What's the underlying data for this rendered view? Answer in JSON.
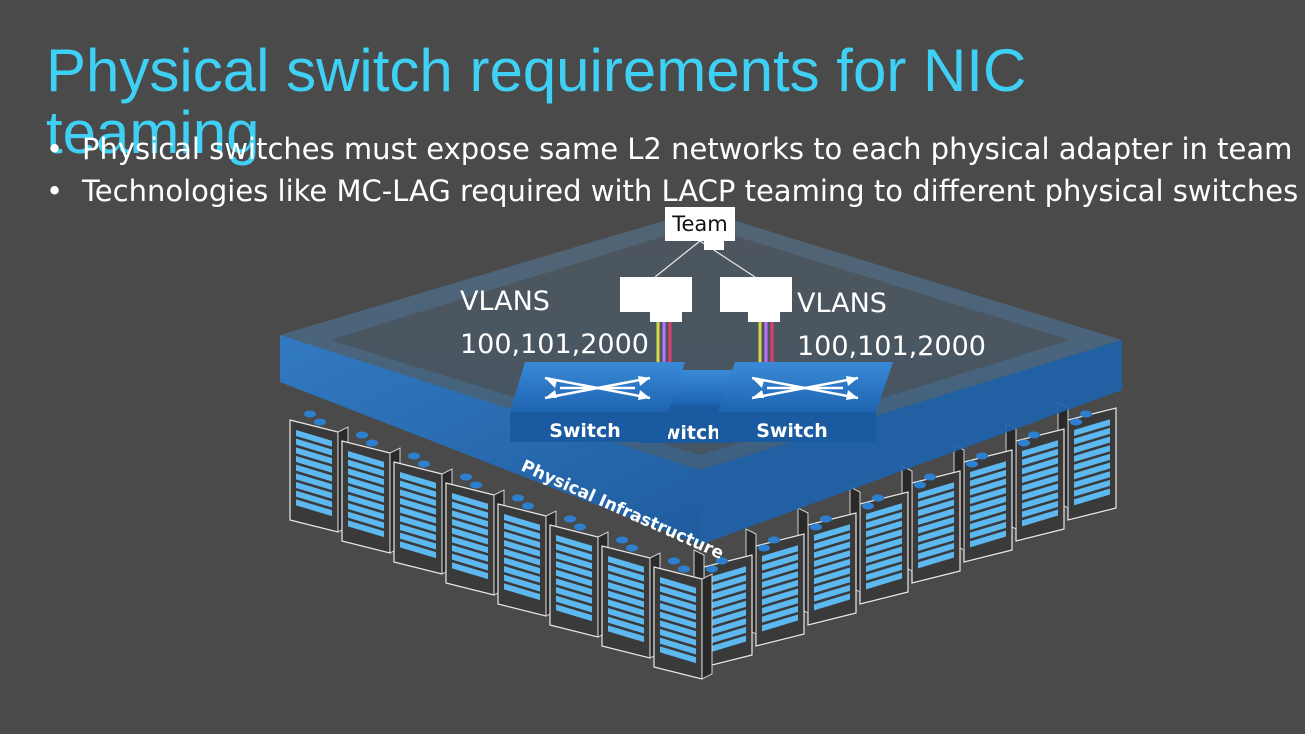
{
  "slide": {
    "title": "Physical switch requirements for NIC teaming",
    "bullets": [
      "Physical switches must expose same L2 networks to each physical adapter in team",
      "Technologies like MC-LAG required with LACP teaming to different physical switches"
    ]
  },
  "diagram": {
    "team_label": "Team",
    "vlan_left": {
      "line1": "VLANS",
      "line2": "100,101,2000"
    },
    "vlan_right": {
      "line1": "VLANS",
      "line2": "100,101,2000"
    },
    "switch_labels": [
      "Switch",
      "Switch",
      "Switch"
    ],
    "infrastructure_label": "Physical Infrastructure",
    "cable_colors": [
      "#d8d840",
      "#c070ff",
      "#e0406a"
    ]
  },
  "colors": {
    "background": "#4a4a4a",
    "title": "#3fd0f5",
    "switch_blue": "#1f6fb8",
    "server_dark": "#3a3a3a",
    "server_light": "#5db8f0"
  }
}
